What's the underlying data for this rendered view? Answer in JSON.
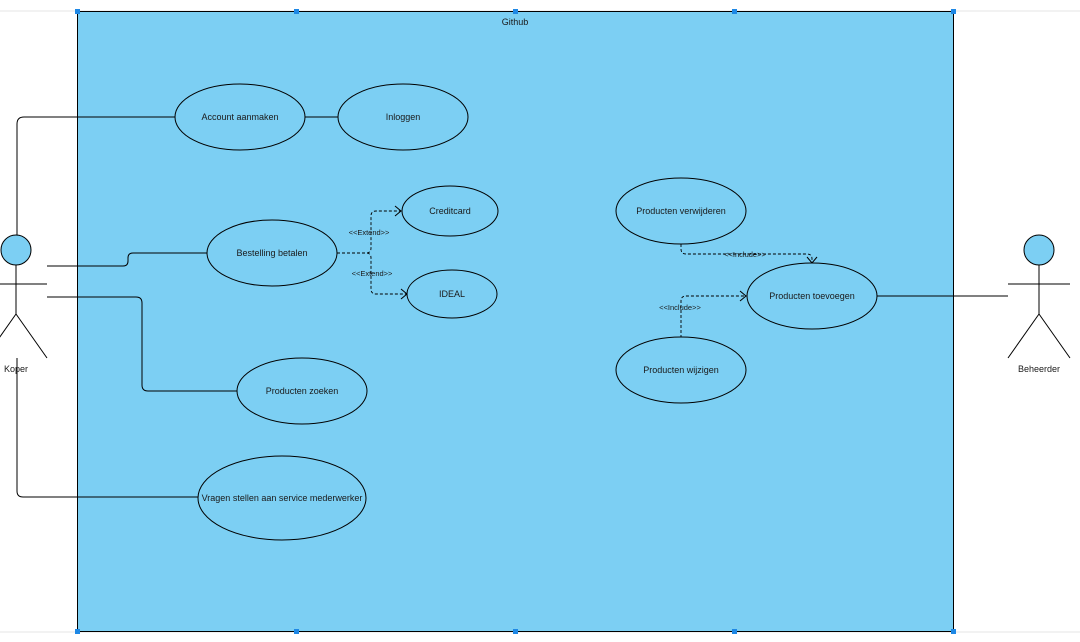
{
  "diagram": {
    "system_title": "Github",
    "colors": {
      "system_fill": "#7ccff3",
      "actor_fill": "#7ccff3",
      "usecase_fill": "#7ccff3",
      "stroke": "#000000",
      "background": "#ffffff"
    },
    "actors": {
      "koper": "Koper",
      "beheerder": "Beheerder"
    },
    "use_cases": {
      "account_aanmaken": "Account aanmaken",
      "inloggen": "Inloggen",
      "bestelling_betalen": "Bestelling betalen",
      "creditcard": "Creditcard",
      "ideal": "IDEAL",
      "producten_zoeken": "Producten zoeken",
      "vragen_stellen": "Vragen stellen aan service mederwerker",
      "producten_verwijderen": "Producten verwijderen",
      "producten_toevoegen": "Producten toevoegen",
      "producten_wijzigen": "Producten wijzigen"
    },
    "relations": {
      "extend_creditcard": "<<Extend>>",
      "extend_ideal": "<<Extend>>",
      "include_verwijderen": "<<Include>>",
      "include_wijzigen": "<<Include>>"
    }
  }
}
